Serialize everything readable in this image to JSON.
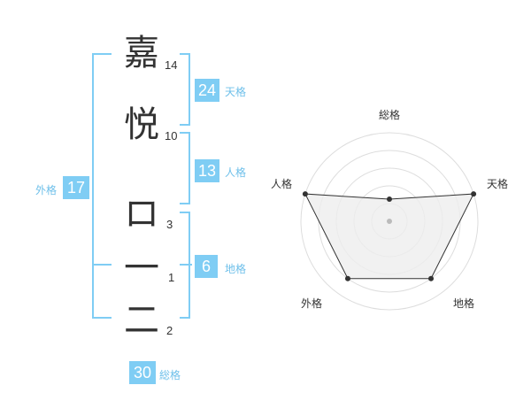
{
  "name": {
    "chars": [
      {
        "char": "嘉",
        "strokes": "14"
      },
      {
        "char": "悦",
        "strokes": "10"
      },
      {
        "char": "ロ",
        "strokes": "3"
      },
      {
        "char": "一",
        "strokes": "1"
      },
      {
        "char": "二",
        "strokes": "2"
      }
    ]
  },
  "kaku": {
    "tenkaku": {
      "value": "24",
      "label": "天格"
    },
    "jinkaku": {
      "value": "13",
      "label": "人格"
    },
    "chikaku": {
      "value": "6",
      "label": "地格"
    },
    "gaikaku": {
      "value": "17",
      "label": "外格"
    },
    "soukaku": {
      "value": "30",
      "label": "総格"
    }
  },
  "radar": {
    "labels": [
      "総格",
      "天格",
      "地格",
      "外格",
      "人格"
    ],
    "values": [
      0.25,
      1.0,
      0.8,
      0.8,
      1.0
    ],
    "colors": {
      "fill": "#eeeeee",
      "line": "#333333",
      "grid": "#dddddd",
      "center": "#bbbbbb"
    }
  }
}
